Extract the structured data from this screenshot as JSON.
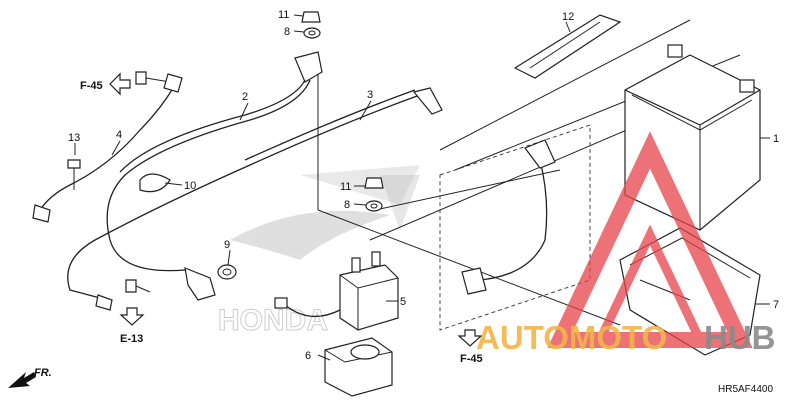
{
  "diagram": {
    "part_numbers": [
      "1",
      "2",
      "3",
      "4",
      "5",
      "6",
      "7",
      "8",
      "9",
      "10",
      "11",
      "12",
      "13"
    ],
    "references": {
      "f45_top": "F-45",
      "e13": "E-13",
      "f45_bottom": "F-45"
    },
    "direction_label": "FR.",
    "drawing_code": "HR5AF4400",
    "watermark": {
      "part1": "AUTOMOTO",
      "part2": "HUB",
      "color1": "#f2b54a",
      "color2": "#8a8a8a",
      "logo_color": "#e8434a"
    },
    "brand_watermark": "HONDA"
  }
}
